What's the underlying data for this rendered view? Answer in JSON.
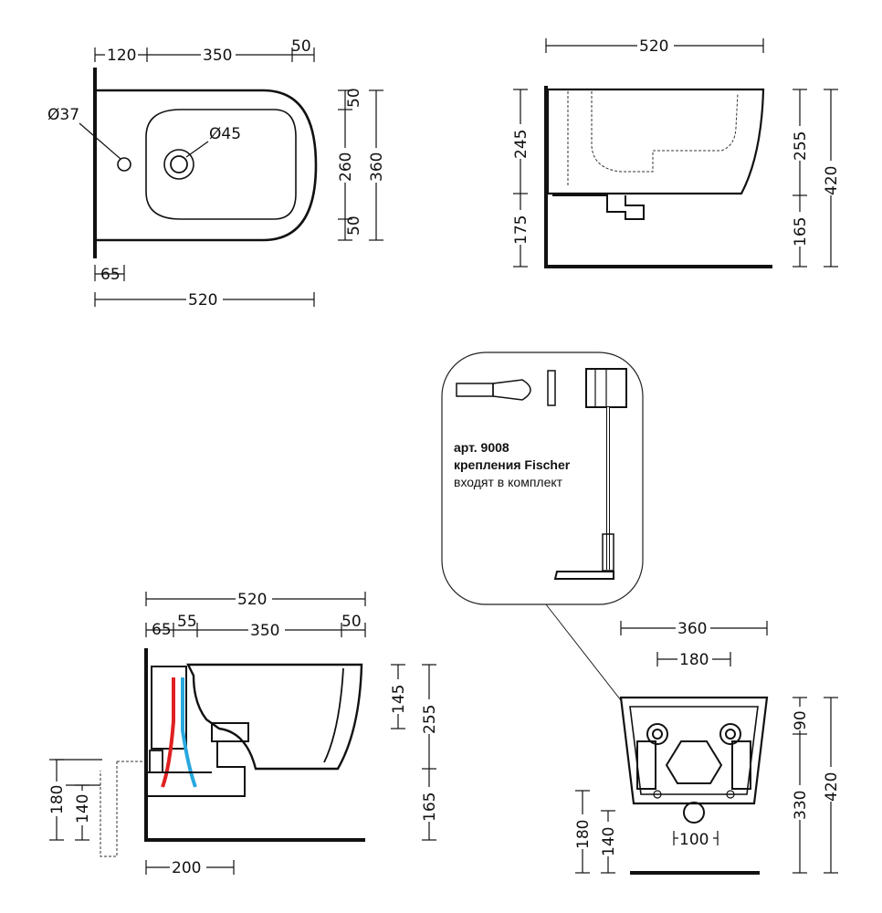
{
  "top_view": {
    "dims": {
      "left": "120",
      "mid": "350",
      "right": "50",
      "d37": "Ø37",
      "d45": "Ø45",
      "v50a": "50",
      "v260": "260",
      "v360": "360",
      "v50b": "50",
      "w65": "65",
      "w520": "520"
    }
  },
  "side_view": {
    "dims": {
      "w520": "520",
      "v245": "245",
      "v175": "175",
      "v255": "255",
      "v165": "165",
      "v420": "420"
    }
  },
  "fixing": {
    "line1": "арт. 9008",
    "line2": "крепления Fischer",
    "line3": "входят в комплект"
  },
  "section_view": {
    "dims": {
      "w520": "520",
      "w65": "65",
      "w55": "55",
      "w350": "350",
      "w50": "50",
      "v145": "145",
      "v255": "255",
      "v165": "165",
      "v180": "180",
      "v140": "140",
      "w200": "200"
    }
  },
  "back_view": {
    "dims": {
      "w360": "360",
      "w180": "180",
      "v90": "90",
      "v330": "330",
      "v420": "420",
      "v180": "180",
      "v140": "140",
      "w100": "100"
    }
  },
  "colors": {
    "hot_pipe": "#e02020",
    "cold_pipe": "#29a8df",
    "line": "#111111"
  }
}
